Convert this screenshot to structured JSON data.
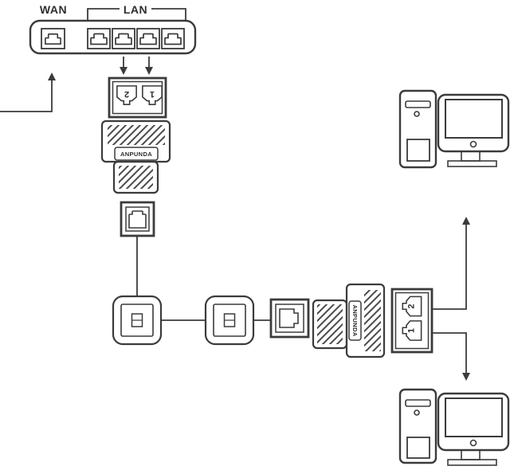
{
  "router": {
    "wan_label": "WAN",
    "lan_label": "LAN",
    "wan_port_count": 1,
    "lan_port_count": 4
  },
  "splitter_top": {
    "brand": "ANPUNDA",
    "port_left": "2",
    "port_right": "1"
  },
  "splitter_right": {
    "brand": "ANPUNDA",
    "port_top": "2",
    "port_bottom": "1"
  },
  "colors": {
    "line": "#3b3b3b",
    "background": "#ffffff"
  }
}
